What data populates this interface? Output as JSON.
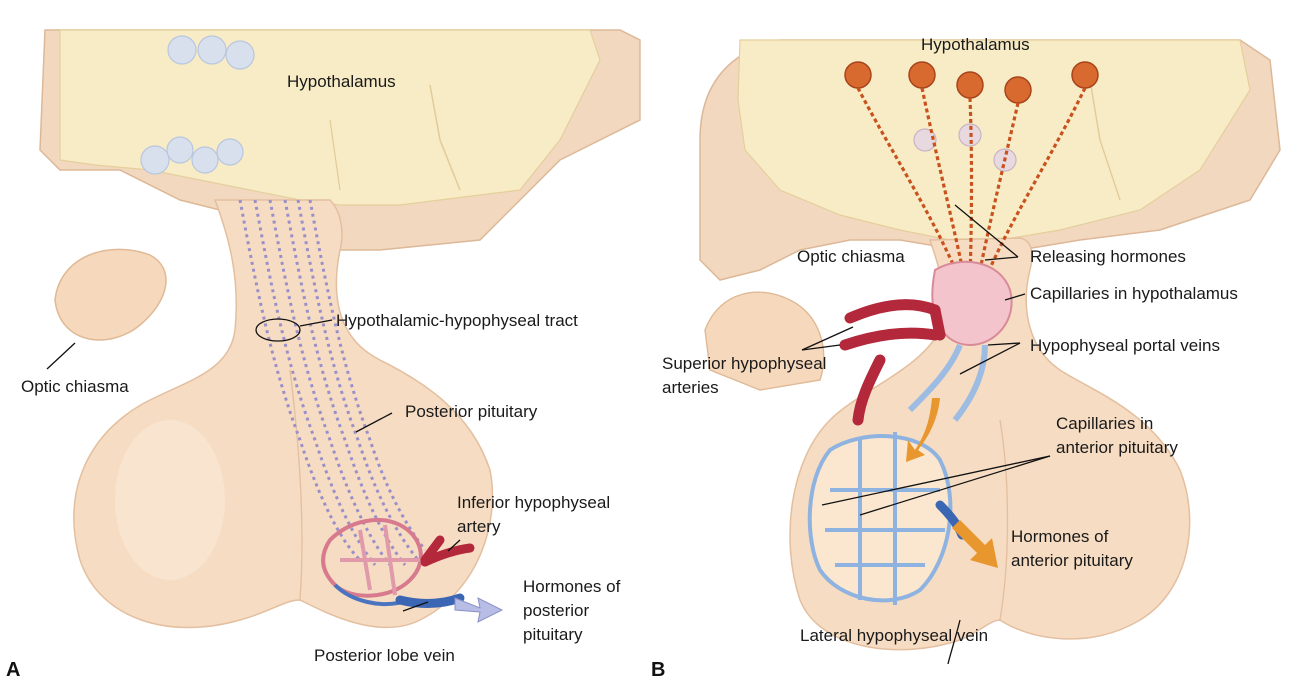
{
  "panels": [
    {
      "letter": "A",
      "labels": {
        "hypothalamus": "Hypothalamus",
        "tract": "Hypothalamic-hypophyseal tract",
        "optic_chiasma": "Optic chiasma",
        "posterior_pituitary": "Posterior pituitary",
        "inferior_artery_1": "Inferior hypophyseal",
        "inferior_artery_2": "artery",
        "hormones_1": "Hormones of",
        "hormones_2": "posterior",
        "hormones_3": "pituitary",
        "posterior_vein": "Posterior lobe vein"
      }
    },
    {
      "letter": "B",
      "labels": {
        "hypothalamus": "Hypothalamus",
        "optic_chiasma": "Optic chiasma",
        "releasing": "Releasing hormones",
        "capillaries_hypo": "Capillaries in hypothalamus",
        "portal_veins": "Hypophyseal portal veins",
        "superior_1": "Superior hypophyseal",
        "superior_2": "arteries",
        "capillaries_ant_1": "Capillaries in",
        "capillaries_ant_2": "anterior pituitary",
        "hormones_ant_1": "Hormones of",
        "hormones_ant_2": "anterior pituitary",
        "lateral_vein": "Lateral hypophyseal vein"
      }
    }
  ],
  "colors": {
    "tissue": "#f6dcc2",
    "tissue_dark": "#e8bf9e",
    "hypothalamus": "#f8ecc6",
    "neuron_blue": "#9a8fc8",
    "neuron_orange": "#c8521e",
    "artery_red": "#b3283a",
    "vein_blue": "#3a66b4",
    "capillary_light": "#b9d2ee",
    "hormone_arrow": "#e8962e"
  }
}
